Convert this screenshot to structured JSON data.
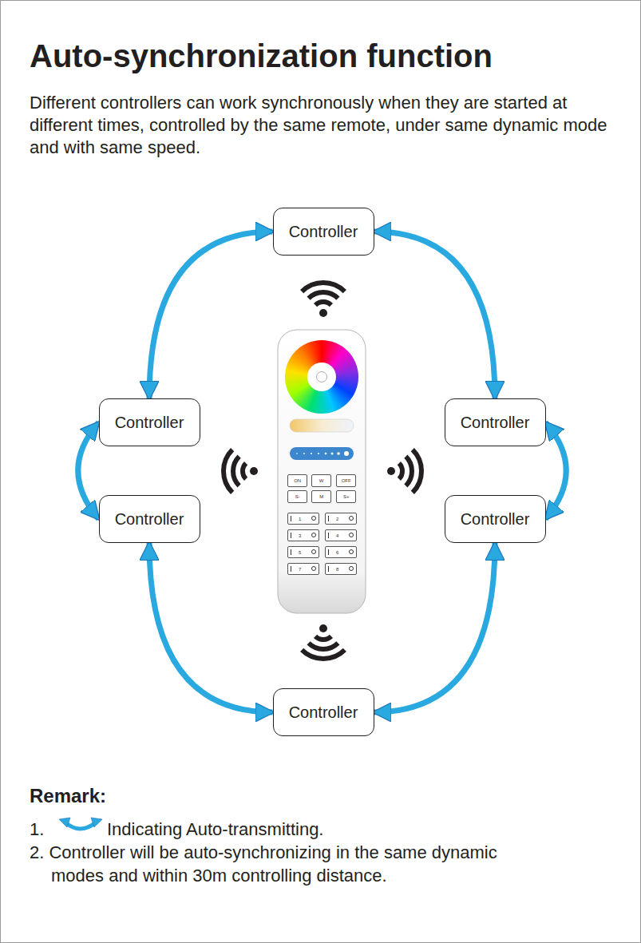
{
  "diagram": {
    "title": "Auto-synchronization function",
    "nodes": [
      {
        "text": [
          "Controller"
        ]
      },
      {
        "text": [
          "Controller"
        ]
      },
      {
        "text": [
          "Controller"
        ]
      },
      {
        "text": [
          "Controller"
        ]
      },
      {
        "text": [
          "Controller"
        ]
      },
      {
        "text": [
          "Controller"
        ]
      }
    ],
    "edges": [
      {
        "from": 0,
        "to": 1,
        "arrow": "both"
      },
      {
        "from": 0,
        "to": 2,
        "arrow": "both"
      },
      {
        "from": 1,
        "to": 3,
        "arrow": "both"
      },
      {
        "from": 2,
        "to": 4,
        "arrow": "both"
      },
      {
        "from": 3,
        "to": 5,
        "arrow": "both"
      },
      {
        "from": 4,
        "to": 5,
        "arrow": "both"
      }
    ],
    "labels": [
      "Different controllers can work synchronously when they are started at different times, controlled by the same remote, under same dynamic mode and with same speed.",
      "ON",
      "W",
      "OFF",
      "S-",
      "M",
      "S+",
      "1",
      "2",
      "3",
      "4",
      "5",
      "6",
      "7",
      "8",
      "Remark:",
      "1.",
      "Indicating Auto-transmitting.",
      "2. Controller will be auto-synchronizing in the same dynamic modes and within 30m controlling distance."
    ]
  }
}
